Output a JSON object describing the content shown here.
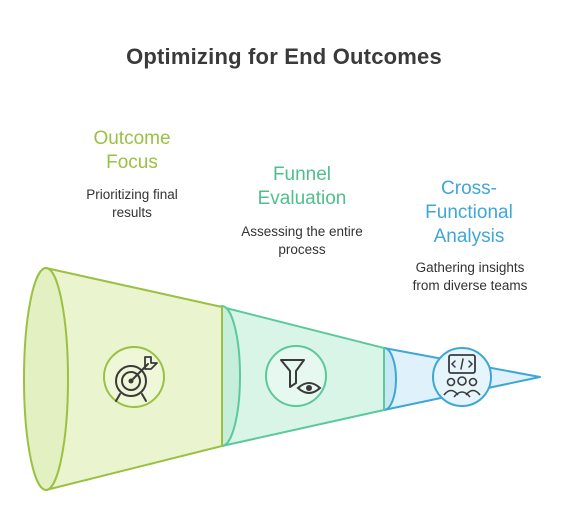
{
  "title": "Optimizing for End Outcomes",
  "colors": {
    "stage1": "#9bc043",
    "stage1_fill": "#eaf5cf",
    "stage2": "#5cc99a",
    "stage2_fill": "#d8f5e8",
    "stage3": "#3fa7d6",
    "stage3_fill": "#dff1fa",
    "title": "#3a3a3a"
  },
  "stages": [
    {
      "title": "Outcome\nFocus",
      "description": "Prioritizing final\nresults",
      "icon": "target-arrow-icon"
    },
    {
      "title": "Funnel\nEvaluation",
      "description": "Assessing the entire\nprocess",
      "icon": "funnel-eye-icon"
    },
    {
      "title": "Cross-\nFunctional\nAnalysis",
      "description": "Gathering insights\nfrom diverse teams",
      "icon": "team-code-icon"
    }
  ]
}
